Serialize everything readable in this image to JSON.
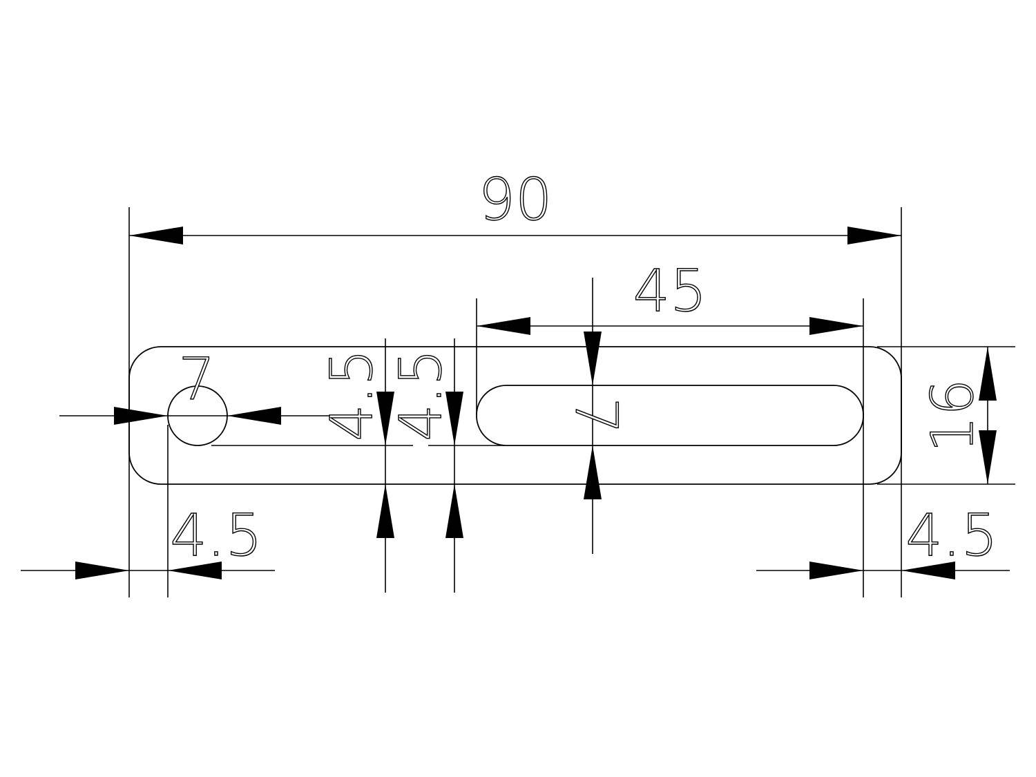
{
  "drawing": {
    "line_color": "#000000",
    "background": "#ffffff",
    "dimensions": {
      "overall_length": "90",
      "slot_length": "45",
      "overall_width": "16",
      "hole_diameter": "7",
      "slot_width": "7",
      "left_edge_offset": "4.5",
      "right_edge_offset": "4.5",
      "hole_to_bottom_a": "4.5",
      "hole_to_bottom_b": "4.5"
    }
  }
}
